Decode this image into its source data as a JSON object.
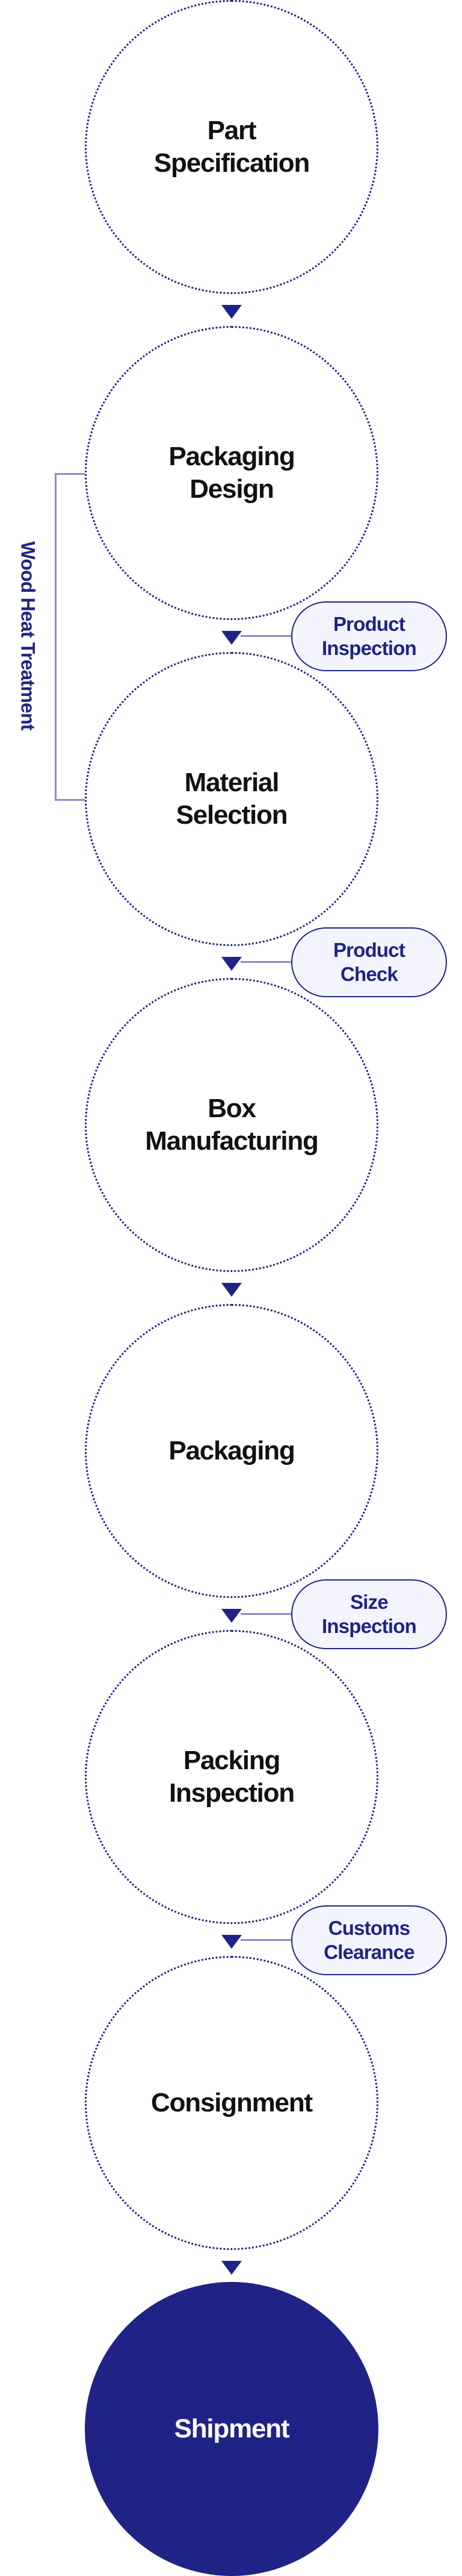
{
  "steps": [
    {
      "label": "Part\nSpecification"
    },
    {
      "label": "Packaging\nDesign"
    },
    {
      "label": "Material\nSelection"
    },
    {
      "label": "Box\nManufacturing"
    },
    {
      "label": "Packaging"
    },
    {
      "label": "Packing\nInspection"
    },
    {
      "label": "Consignment"
    },
    {
      "label": "Shipment"
    }
  ],
  "checkpoints": [
    {
      "after_step": 1,
      "label": "Product\nInspection"
    },
    {
      "after_step": 2,
      "label": "Product\nCheck"
    },
    {
      "after_step": 4,
      "label": "Size\nInspection"
    },
    {
      "after_step": 5,
      "label": "Customs\nClearance"
    }
  ],
  "bracket": {
    "label": "Wood Heat Treatment",
    "from_step": 1,
    "to_step": 2
  },
  "colors": {
    "primary": "#1f2386",
    "connector": "#8a8dcc",
    "badge_bg": "#f3f4fc"
  }
}
